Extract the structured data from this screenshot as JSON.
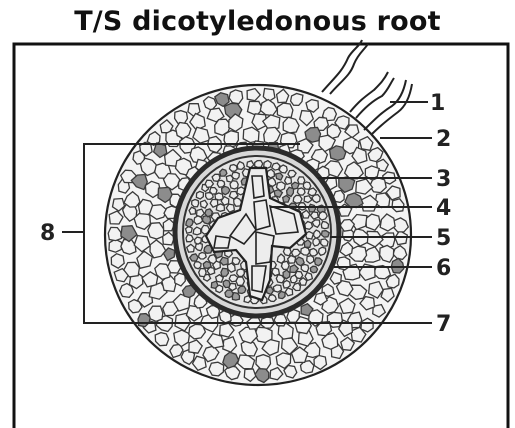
{
  "title": "T/S dicotyledonous root",
  "labels": [
    "1",
    "2",
    "3",
    "4",
    "5",
    "6",
    "7",
    "8"
  ],
  "colors": {
    "line": "#222222",
    "cell": "#3a3a3a",
    "fill_light": "#f2f2f2",
    "fill_gray": "#8c8c8c",
    "endodermis": "#2b2b2b"
  }
}
